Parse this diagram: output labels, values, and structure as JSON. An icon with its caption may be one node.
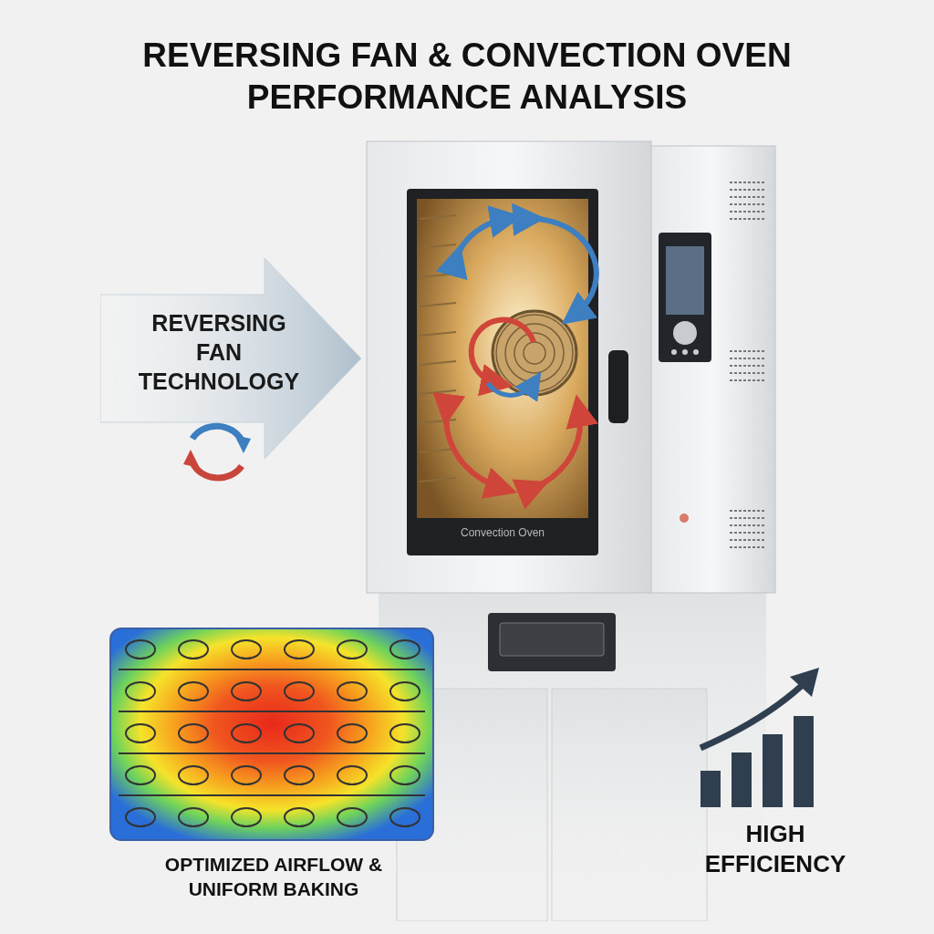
{
  "diagram": {
    "title": "REVERSING FAN & CONVECTION OVEN PERFORMANCE ANALYSIS",
    "nodes": [
      {
        "text": [
          "REVERSING FAN TECHNOLOGY"
        ]
      },
      {
        "text": [
          "Convection Oven"
        ]
      }
    ],
    "labels": [
      "OPTIMIZED AIRFLOW & UNIFORM BAKING",
      "HIGH EFFICIENCY"
    ]
  }
}
